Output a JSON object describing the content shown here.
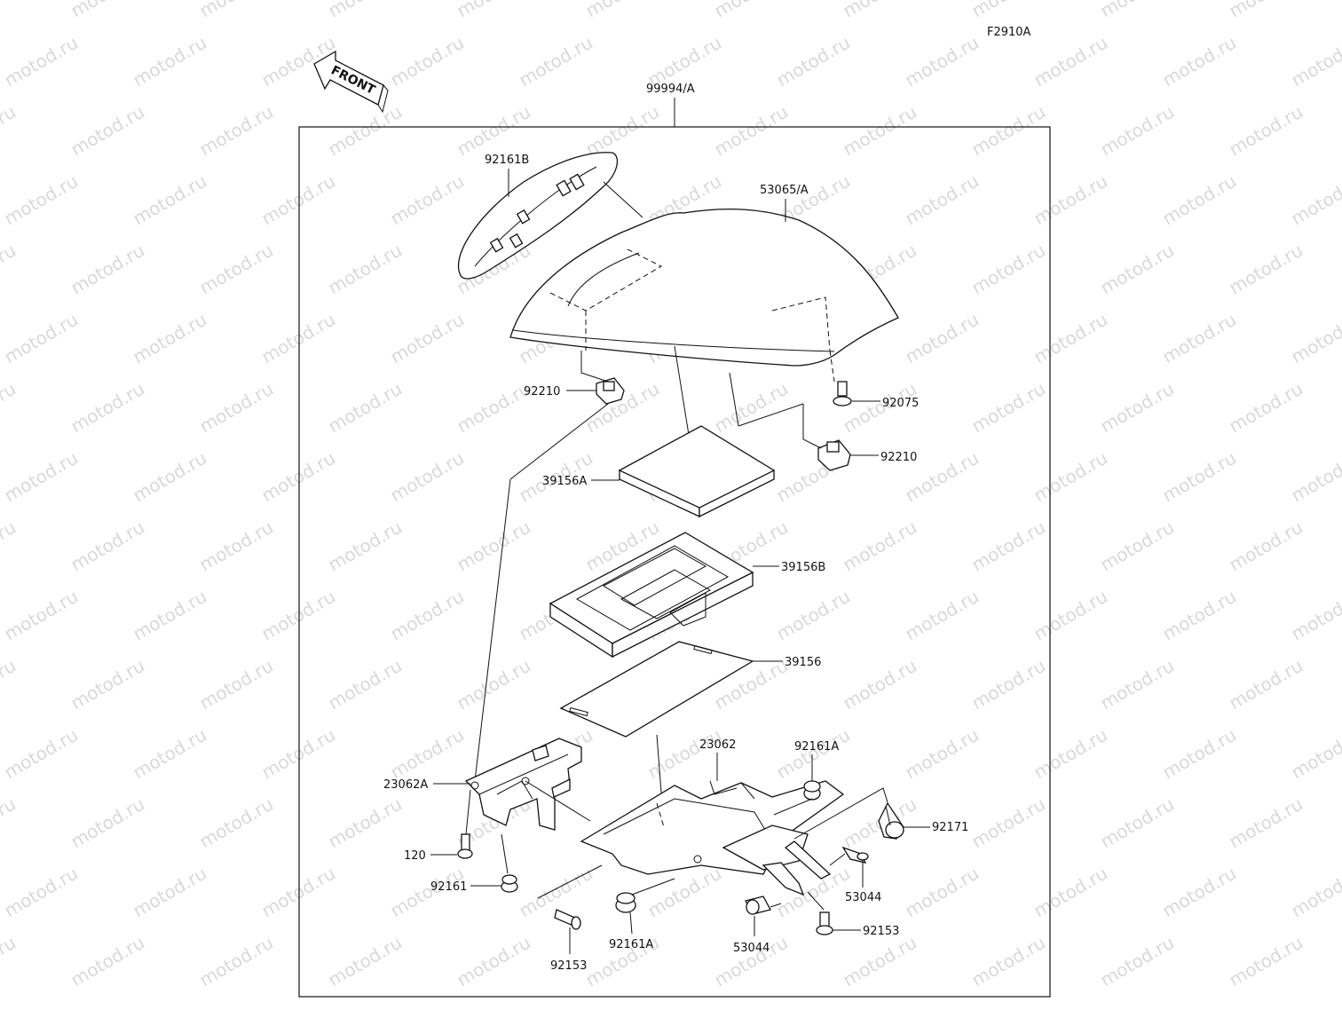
{
  "figure_code": "F2910A",
  "front_label": "FRONT",
  "assembly_label": "99994/A",
  "watermark": "motod.ru",
  "parts": {
    "p92161B": "92161B",
    "p53065A": "53065/A",
    "p92210_left": "92210",
    "p92075": "92075",
    "p92210_right": "92210",
    "p39156A": "39156A",
    "p39156B": "39156B",
    "p39156": "39156",
    "p23062": "23062",
    "p92161A_top": "92161A",
    "p23062A": "23062A",
    "p92171": "92171",
    "p120": "120",
    "p92161": "92161",
    "p53044_right": "53044",
    "p92153_left": "92153",
    "p92161A_bottom": "92161A",
    "p53044_bottom": "53044",
    "p92153_right": "92153"
  }
}
